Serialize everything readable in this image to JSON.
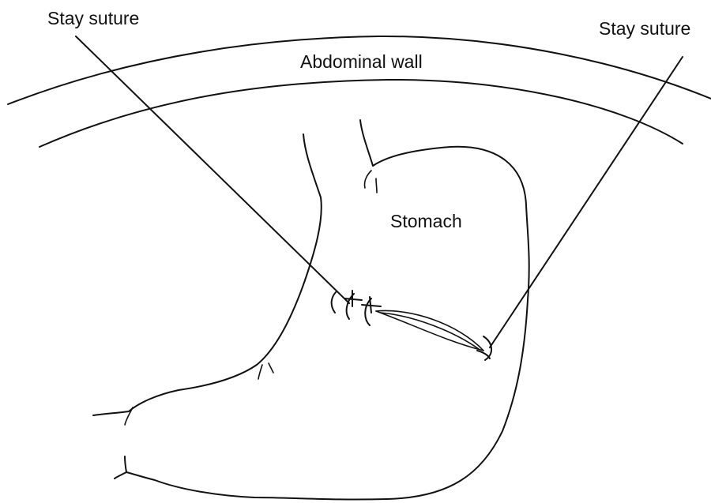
{
  "labels": {
    "stay_suture_left": "Stay suture",
    "stay_suture_right": "Stay suture",
    "abdominal_wall": "Abdominal wall",
    "stomach": "Stomach"
  },
  "colors": {
    "ink": "#111111",
    "background": "#ffffff"
  }
}
